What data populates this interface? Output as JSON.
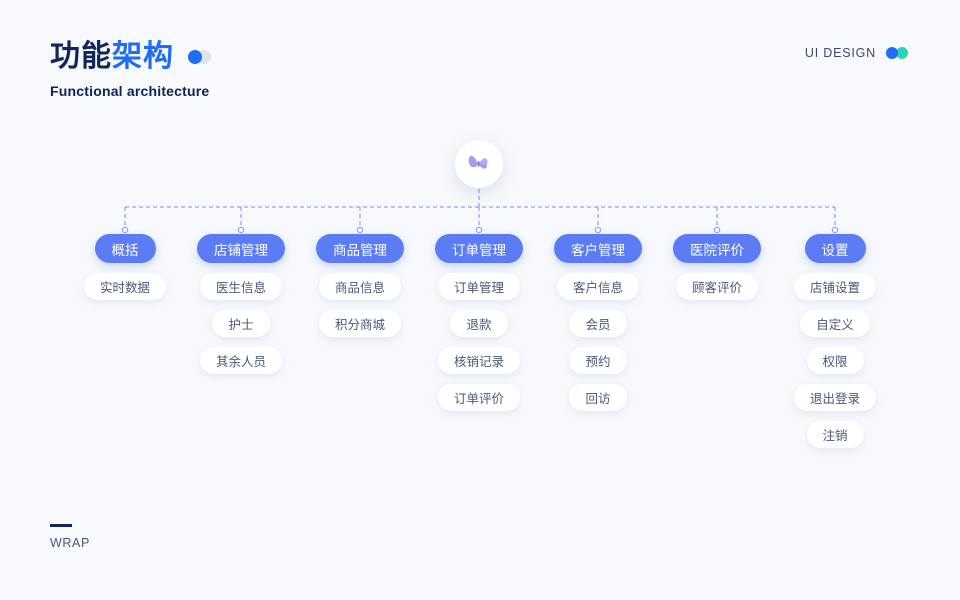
{
  "header": {
    "title_cn_dark": "功能",
    "title_cn_accent": "架构",
    "title_en": "Functional architecture",
    "brand_label": "UI DESIGN",
    "accent_blue": "#1f6cf5",
    "accent_teal": "#2bd3b8",
    "title_dark": "#10265c"
  },
  "diagram": {
    "root_icon": "butterfly-icon",
    "node_color": "#5b7cf5",
    "connector_color": "#8fa6f2",
    "columns": [
      {
        "top": "概括",
        "items": [
          "实时数据"
        ]
      },
      {
        "top": "店铺管理",
        "items": [
          "医生信息",
          "护士",
          "其余人员"
        ]
      },
      {
        "top": "商品管理",
        "items": [
          "商品信息",
          "积分商城"
        ]
      },
      {
        "top": "订单管理",
        "items": [
          "订单管理",
          "退款",
          "核销记录",
          "订单评价"
        ]
      },
      {
        "top": "客户管理",
        "items": [
          "客户信息",
          "会员",
          "预约",
          "回访"
        ]
      },
      {
        "top": "医院评价",
        "items": [
          "顾客评价"
        ]
      },
      {
        "top": "设置",
        "items": [
          "店铺设置",
          "自定义",
          "权限",
          "退出登录",
          "注销"
        ]
      }
    ]
  },
  "footer": {
    "label": "WRAP"
  }
}
